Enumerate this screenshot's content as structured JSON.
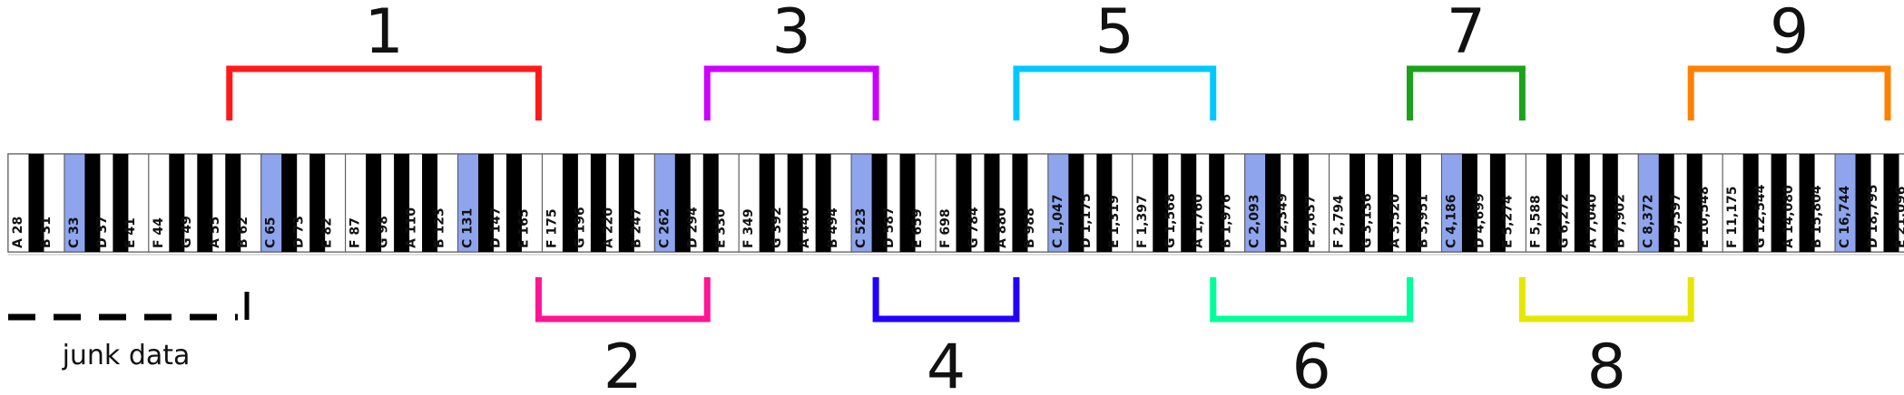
{
  "diagram": {
    "junk_label": "junk data",
    "keys": [
      {
        "label": "A 28",
        "highlight": false
      },
      {
        "label": "B 31",
        "highlight": false
      },
      {
        "label": "C 33",
        "highlight": true
      },
      {
        "label": "D 37",
        "highlight": false
      },
      {
        "label": "E 41",
        "highlight": false
      },
      {
        "label": "F 44",
        "highlight": false
      },
      {
        "label": "G 49",
        "highlight": false
      },
      {
        "label": "A 55",
        "highlight": false
      },
      {
        "label": "B 62",
        "highlight": false
      },
      {
        "label": "C 65",
        "highlight": true
      },
      {
        "label": "D 73",
        "highlight": false
      },
      {
        "label": "E 82",
        "highlight": false
      },
      {
        "label": "F 87",
        "highlight": false
      },
      {
        "label": "G 98",
        "highlight": false
      },
      {
        "label": "A 110",
        "highlight": false
      },
      {
        "label": "B 123",
        "highlight": false
      },
      {
        "label": "C 131",
        "highlight": true
      },
      {
        "label": "D 147",
        "highlight": false
      },
      {
        "label": "E 165",
        "highlight": false
      },
      {
        "label": "F 175",
        "highlight": false
      },
      {
        "label": "G 196",
        "highlight": false
      },
      {
        "label": "A 220",
        "highlight": false
      },
      {
        "label": "B 247",
        "highlight": false
      },
      {
        "label": "C 262",
        "highlight": true
      },
      {
        "label": "D 294",
        "highlight": false
      },
      {
        "label": "E 330",
        "highlight": false
      },
      {
        "label": "F 349",
        "highlight": false
      },
      {
        "label": "G 392",
        "highlight": false
      },
      {
        "label": "A 440",
        "highlight": false
      },
      {
        "label": "B 494",
        "highlight": false
      },
      {
        "label": "C 523",
        "highlight": true
      },
      {
        "label": "D 587",
        "highlight": false
      },
      {
        "label": "E 659",
        "highlight": false
      },
      {
        "label": "F 698",
        "highlight": false
      },
      {
        "label": "G 784",
        "highlight": false
      },
      {
        "label": "A 880",
        "highlight": false
      },
      {
        "label": "B 988",
        "highlight": false
      },
      {
        "label": "C 1,047",
        "highlight": true
      },
      {
        "label": "D 1,175",
        "highlight": false
      },
      {
        "label": "E 1,319",
        "highlight": false
      },
      {
        "label": "F 1,397",
        "highlight": false
      },
      {
        "label": "G 1,568",
        "highlight": false
      },
      {
        "label": "A 1,760",
        "highlight": false
      },
      {
        "label": "B 1,976",
        "highlight": false
      },
      {
        "label": "C 2,093",
        "highlight": true
      },
      {
        "label": "D 2,349",
        "highlight": false
      },
      {
        "label": "E 2,637",
        "highlight": false
      },
      {
        "label": "F 2,794",
        "highlight": false
      },
      {
        "label": "G 3,136",
        "highlight": false
      },
      {
        "label": "A 3,520",
        "highlight": false
      },
      {
        "label": "B 3,951",
        "highlight": false
      },
      {
        "label": "C 4,186",
        "highlight": true
      },
      {
        "label": "D 4,699",
        "highlight": false
      },
      {
        "label": "E 5,274",
        "highlight": false
      },
      {
        "label": "F 5,588",
        "highlight": false
      },
      {
        "label": "G 6,272",
        "highlight": false
      },
      {
        "label": "A 7,040",
        "highlight": false
      },
      {
        "label": "B 7,902",
        "highlight": false
      },
      {
        "label": "C 8,372",
        "highlight": true
      },
      {
        "label": "D 9,397",
        "highlight": false
      },
      {
        "label": "E 10,548",
        "highlight": false
      },
      {
        "label": "F 11,175",
        "highlight": false
      },
      {
        "label": "G 12,544",
        "highlight": false
      },
      {
        "label": "A 14,080",
        "highlight": false
      },
      {
        "label": "B 15,804",
        "highlight": false
      },
      {
        "label": "C 16,744",
        "highlight": true
      },
      {
        "label": "D 18,795",
        "highlight": false
      },
      {
        "label": "E 21,096",
        "highlight": false
      }
    ],
    "bands": [
      {
        "label": "1",
        "from_key": 8,
        "to_key": 19,
        "color": "#ff1a1a",
        "position": "top"
      },
      {
        "label": "2",
        "from_key": 19,
        "to_key": 25,
        "color": "#ff1493",
        "position": "bottom"
      },
      {
        "label": "3",
        "from_key": 25,
        "to_key": 31,
        "color": "#cc00ff",
        "position": "top"
      },
      {
        "label": "4",
        "from_key": 31,
        "to_key": 36,
        "color": "#2200ff",
        "position": "bottom"
      },
      {
        "label": "5",
        "from_key": 36,
        "to_key": 43,
        "color": "#00c8ff",
        "position": "top"
      },
      {
        "label": "6",
        "from_key": 43,
        "to_key": 50,
        "color": "#00ff99",
        "position": "bottom"
      },
      {
        "label": "7",
        "from_key": 50,
        "to_key": 54,
        "color": "#1aa31a",
        "position": "top"
      },
      {
        "label": "8",
        "from_key": 54,
        "to_key": 60,
        "color": "#e6e600",
        "position": "bottom"
      },
      {
        "label": "9",
        "from_key": 60,
        "to_key": 67,
        "color": "#ff8000",
        "position": "top"
      }
    ],
    "colors": {
      "black_key": "#000000",
      "white_key": "#ffffff",
      "highlight_key": "#8ea5ee",
      "key_border": "#555555"
    }
  }
}
